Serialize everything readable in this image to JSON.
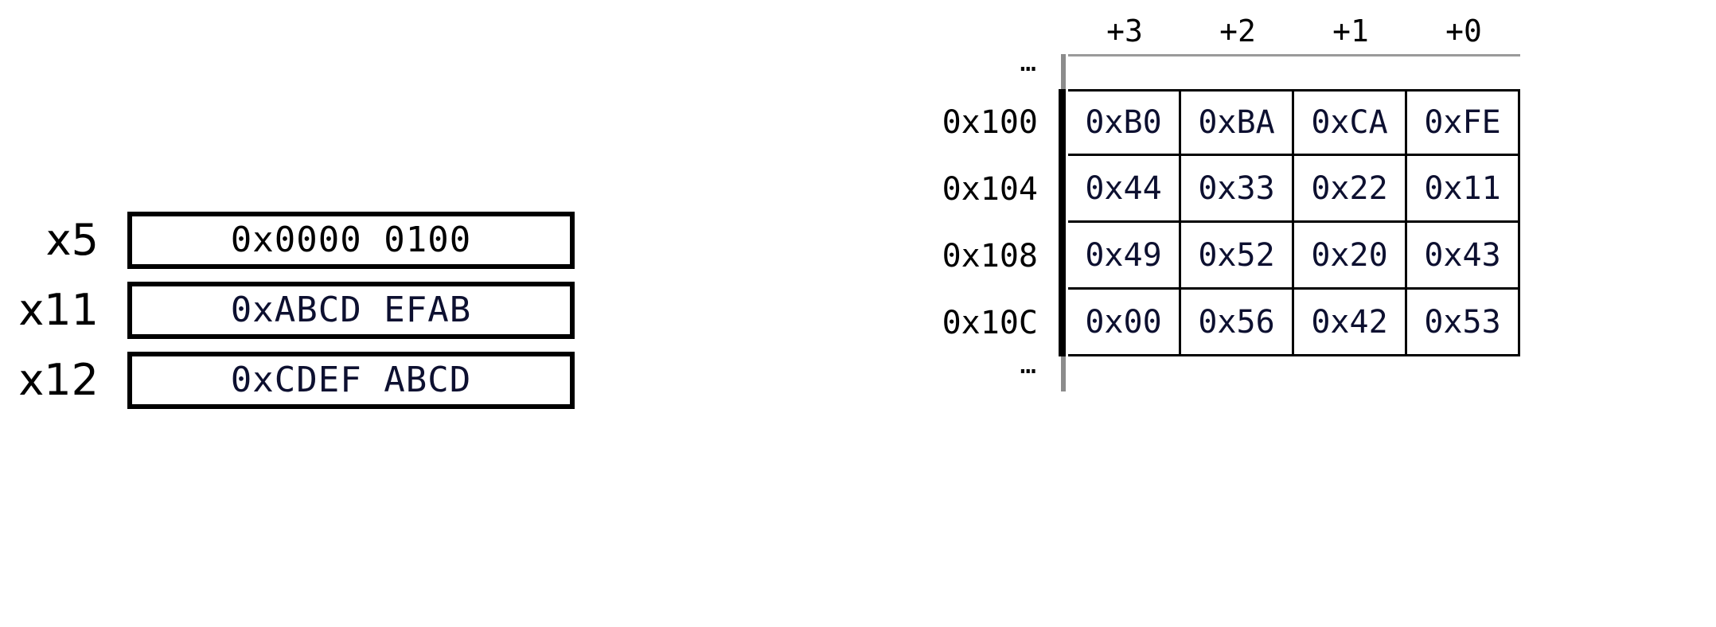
{
  "registers": {
    "rows": [
      {
        "name": "x5",
        "value": "0x0000 0100",
        "ink": "black"
      },
      {
        "name": "x11",
        "value": "0xABCD EFAB",
        "ink": "navy"
      },
      {
        "name": "x12",
        "value": "0xCDEF ABCD",
        "ink": "navy"
      }
    ]
  },
  "memory": {
    "column_headers": [
      "+3",
      "+2",
      "+1",
      "+0"
    ],
    "ellipsis_top": "…",
    "ellipsis_bottom": "…",
    "row_labels": [
      "0x100",
      "0x104",
      "0x108",
      "0x10C"
    ],
    "rows": [
      [
        "0xB0",
        "0xBA",
        "0xCA",
        "0xFE"
      ],
      [
        "0x44",
        "0x33",
        "0x22",
        "0x11"
      ],
      [
        "0x49",
        "0x52",
        "0x20",
        "0x43"
      ],
      [
        "0x00",
        "0x56",
        "0x42",
        "0x53"
      ]
    ]
  },
  "colors": {
    "ink_black": "#000000",
    "ink_navy": "#0d1030",
    "rail_gray": "#8c8c8c",
    "background": "#ffffff"
  }
}
